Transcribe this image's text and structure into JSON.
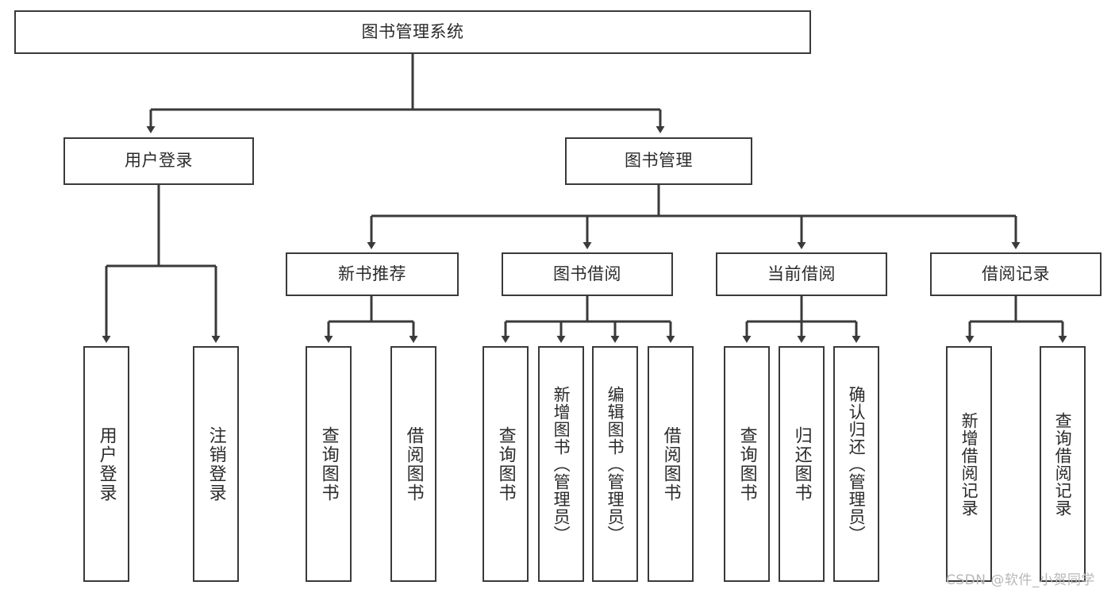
{
  "diagram": {
    "title": "图书管理系统",
    "type": "功能结构图",
    "root": {
      "id": "root",
      "label": "图书管理系统"
    },
    "level2": [
      {
        "id": "user-login",
        "label": "用户登录"
      },
      {
        "id": "book-manage",
        "label": "图书管理"
      }
    ],
    "level3": [
      {
        "id": "new-book-rec",
        "label": "新书推荐",
        "parent": "book-manage"
      },
      {
        "id": "book-borrow",
        "label": "图书借阅",
        "parent": "book-manage"
      },
      {
        "id": "current-borrow",
        "label": "当前借阅",
        "parent": "book-manage"
      },
      {
        "id": "borrow-record",
        "label": "借阅记录",
        "parent": "book-manage"
      }
    ],
    "leaves": {
      "user-login": [
        {
          "id": "leaf-user-login",
          "label": "用户登录"
        },
        {
          "id": "leaf-user-logout",
          "label": "注销登录"
        }
      ],
      "new-book-rec": [
        {
          "id": "leaf-query-book-1",
          "label": "查询图书"
        },
        {
          "id": "leaf-borrow-book-1",
          "label": "借阅图书"
        }
      ],
      "book-borrow": [
        {
          "id": "leaf-query-book-2",
          "label": "查询图书"
        },
        {
          "id": "leaf-add-book",
          "label": "新增图书（管理员）"
        },
        {
          "id": "leaf-edit-book",
          "label": "编辑图书（管理员）"
        },
        {
          "id": "leaf-borrow-book-2",
          "label": "借阅图书"
        }
      ],
      "current-borrow": [
        {
          "id": "leaf-query-book-3",
          "label": "查询图书"
        },
        {
          "id": "leaf-return-book",
          "label": "归还图书"
        },
        {
          "id": "leaf-confirm-return",
          "label": "确认归还（管理员）"
        }
      ],
      "borrow-record": [
        {
          "id": "leaf-add-record",
          "label": "新增借阅记录"
        },
        {
          "id": "leaf-query-record",
          "label": "查询借阅记录"
        }
      ]
    }
  },
  "watermark": {
    "text": "CSDN @软件_小贺同学"
  },
  "colors": {
    "stroke": "#3a3a3a",
    "box_fill": "#ffffff",
    "text": "#2b2b2b",
    "watermark": "#b8b8b8",
    "background": "#ffffff"
  }
}
